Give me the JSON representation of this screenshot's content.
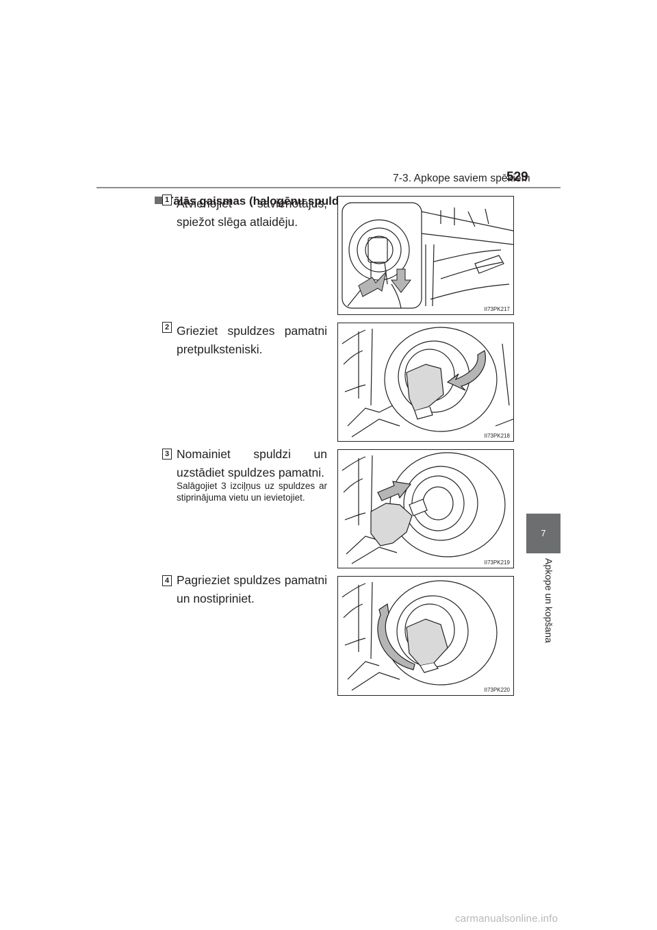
{
  "header": {
    "section": "7-3. Apkope saviem spēkiem",
    "page_number": "529"
  },
  "side_tab": {
    "chapter_number": "7",
    "chapter_title": "Apkope un kopšana"
  },
  "section": {
    "heading": "Tālās gaismas (halogēnu spuldzes tips B)"
  },
  "steps": [
    {
      "number": "1",
      "text": "Atvienojiet savienotājus, spiežot slēga atlaidēju.",
      "figure_code": "II73PK217"
    },
    {
      "number": "2",
      "text": "Grieziet spuldzes pamatni pretpulksteniski.",
      "figure_code": "II73PK218"
    },
    {
      "number": "3",
      "text": "Nomainiet spuldzi un uzstādiet spuldzes pamatni.",
      "note": "Salāgojiet 3 izciļņus uz spuldzes ar stiprinājuma vietu un ievietojiet.",
      "figure_code": "II73PK219"
    },
    {
      "number": "4",
      "text": "Pagrieziet spuldzes pamatni un nostipriniet.",
      "figure_code": "II73PK220"
    }
  ],
  "watermark": "carmanualsonline.info"
}
